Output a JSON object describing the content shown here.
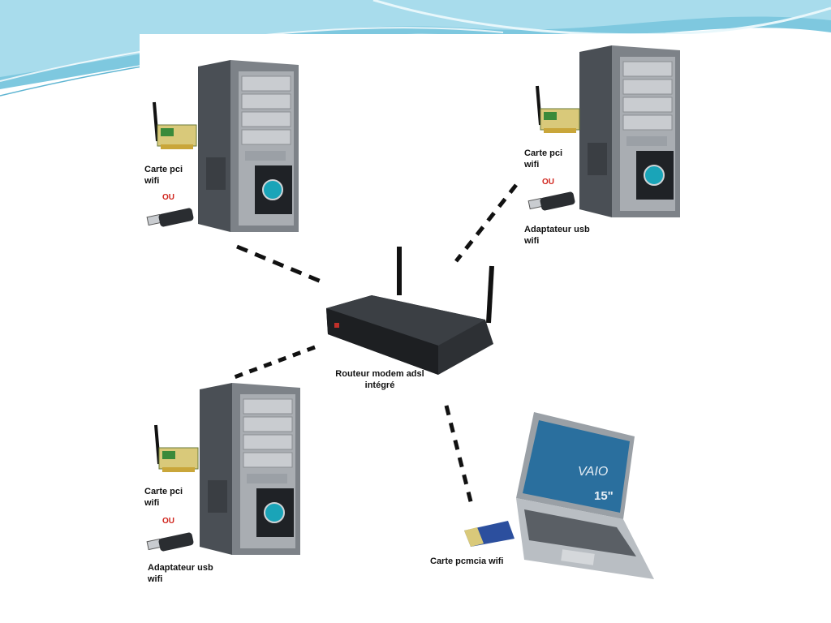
{
  "diagram": {
    "router": {
      "caption": "Routeur modem adsl\nintégré"
    },
    "pc_top_left": {
      "pci_label": "Carte pci\nwifi",
      "or_label": "OU",
      "usb_label": ""
    },
    "pc_top_right": {
      "pci_label": "Carte pci\nwifi",
      "or_label": "OU",
      "usb_label": "Adaptateur usb\nwifi"
    },
    "pc_bottom_left": {
      "pci_label": "Carte pci\nwifi",
      "or_label": "OU",
      "usb_label": "Adaptateur usb\nwifi"
    },
    "laptop": {
      "card_label": "Carte pcmcia wifi",
      "brand": "VAIO",
      "screen_size": "15\""
    }
  },
  "colors": {
    "banner": "#7ec8df",
    "banner_light": "#b9e3ef",
    "link": "#111111",
    "ou": "#d0241c"
  },
  "icons": [
    "tower-pc-icon",
    "pci-wifi-card-icon",
    "usb-wifi-adapter-icon",
    "router-icon",
    "laptop-icon",
    "pcmcia-card-icon"
  ]
}
